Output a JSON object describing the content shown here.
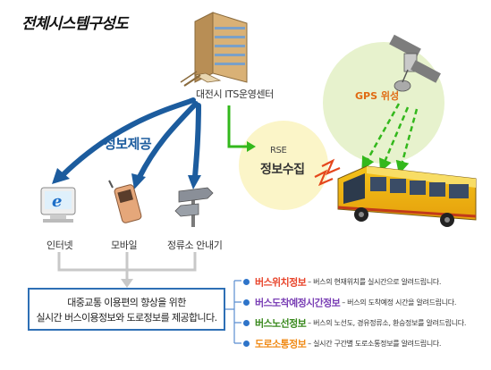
{
  "title": "전체시스템구성도",
  "center": {
    "label": "대전시 ITS운영센터"
  },
  "gps": {
    "label": "GPS 위성"
  },
  "rse": {
    "label": "RSE",
    "title": "정보수집"
  },
  "info_provision": {
    "label": "정보제공"
  },
  "channels": [
    {
      "label": "인터넷",
      "icon": "internet-computer-icon"
    },
    {
      "label": "모바일",
      "icon": "mobile-phone-icon"
    },
    {
      "label": "정류소 안내기",
      "icon": "stop-signpost-icon"
    }
  ],
  "summary": {
    "line1": "대중교통 이용편의 향상을 위한",
    "line2": "실시간 버스이용정보와 도로정보를 제공합니다."
  },
  "info_items": [
    {
      "name": "버스위치정보",
      "desc": "– 버스의 현재위치를 실시간으로 알려드립니다.",
      "color": "#e8452c"
    },
    {
      "name": "버스도착예정시간정보",
      "desc": "– 버스의 도착예정 시간을 알려드립니다.",
      "color": "#7a3fb5"
    },
    {
      "name": "버스노선정보",
      "desc": "– 버스의 노선도, 경유정류소, 환승정보를 알려드립니다.",
      "color": "#3a8a1e"
    },
    {
      "name": "도로소통정보",
      "desc": "– 실시간 구간별 도로소통정보를 알려드립니다.",
      "color": "#f08c1a"
    }
  ],
  "colors": {
    "blue_arrow": "#1c5c9e",
    "green_arrow": "#33b81c",
    "yellow_circle": "#fbf5c8",
    "green_circle": "#e7f2cd",
    "bullet_blue": "#2e74c9",
    "box_border": "#2e6fb5"
  }
}
